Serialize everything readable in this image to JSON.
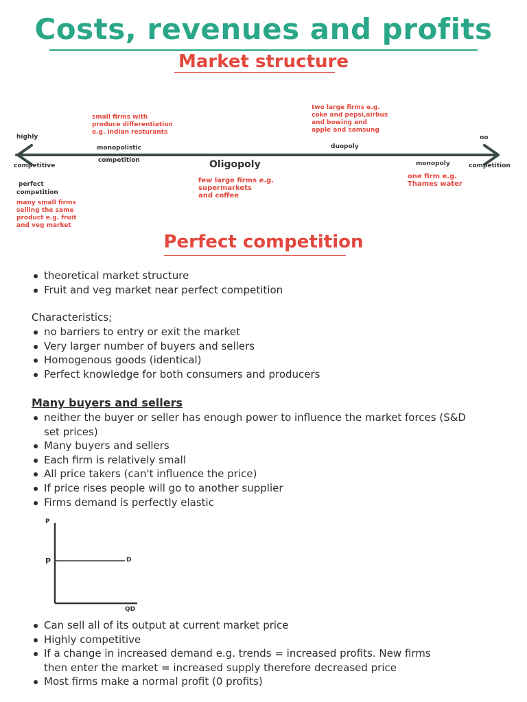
{
  "title": "Costs, revenues and profits",
  "subtitle": "Market structure",
  "spectrum": {
    "left_label_top": "highly",
    "left_label_bottom": "competitive",
    "right_label_top": "no",
    "right_label_bottom": "competition",
    "monopolistic_1": "monopolistic",
    "monopolistic_2": "competition",
    "monopolistic_note": [
      "small firms with",
      "produce differentiation",
      "e.g. indian resturants"
    ],
    "duopoly_note": [
      "two large firms e.g.",
      "coke and pepsi,airbus",
      "and bowing and",
      "apple and samsung"
    ],
    "duopoly": "duopoly",
    "oligopoly": "Oligopoly",
    "oligopoly_note": [
      "few large firms e.g.",
      "supermarkets",
      "and coffee"
    ],
    "monopoly": "monopoly",
    "monopoly_note": [
      "one firm e.g.",
      "Thames water"
    ],
    "perfect_1": "perfect",
    "perfect_2": "competition",
    "perfect_note": [
      "many small firms",
      "selling the same",
      "product e.g. fruit",
      "and veg market"
    ]
  },
  "perfect_heading": "Perfect competition",
  "intro_bullets": [
    "theoretical market structure",
    "Fruit and veg market near perfect competition"
  ],
  "characteristics_label": "Characteristics;",
  "characteristics": [
    "no barriers to entry or exit the market",
    "Very larger number of buyers and sellers",
    "Homogenous goods (identical)",
    "Perfect knowledge for both consumers and producers"
  ],
  "section_heading": "Many buyers and sellers",
  "section_bullets": [
    "neither the buyer or seller has enough power to influence the market forces (S&D set prices)",
    "Many buyers and sellers",
    "Each firm is relatively small",
    "All price takers (can't influence the price)",
    "If price rises people will go to another supplier",
    "Firms demand is perfectly elastic"
  ],
  "graph": {
    "y_axis": "P",
    "price_label": "P",
    "curve_label": "D",
    "x_axis": "QD"
  },
  "bottom_bullets": [
    "Can sell all of its output at current market price",
    "Highly competitive",
    "If a change in increased demand e.g. trends = increased profits. New firms then enter the market = increased supply therefore decreased price",
    "Most firms make a normal profit (0 profits)"
  ],
  "colors": {
    "title": "#2aa788",
    "accent_red": "#e2473d",
    "arrow": "#3a4a48"
  }
}
